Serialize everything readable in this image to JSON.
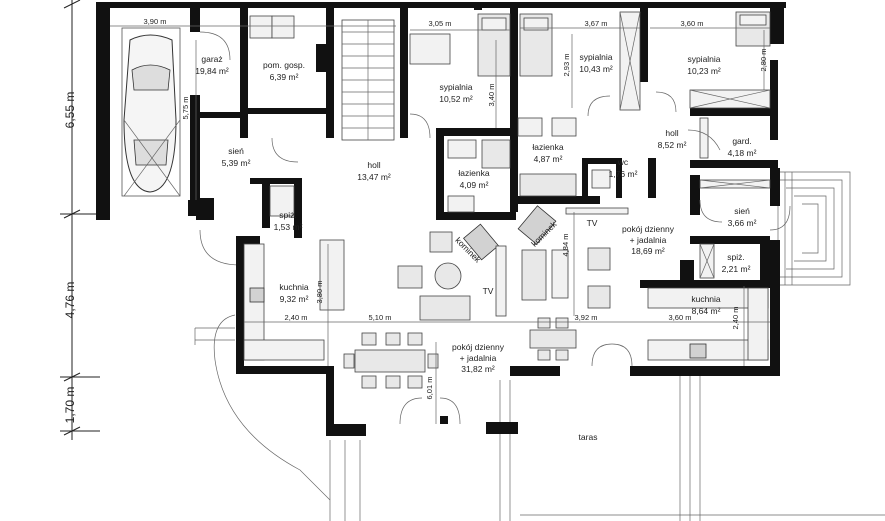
{
  "rooms": [
    {
      "name": "garaż",
      "area": "19,84 m²"
    },
    {
      "name": "pom. gosp.",
      "area": "6,39 m²"
    },
    {
      "name": "sypialnia",
      "area": "10,52 m²"
    },
    {
      "name": "sypialnia",
      "area": "10,43 m²"
    },
    {
      "name": "sypialnia",
      "area": "10,23 m²"
    },
    {
      "name": "sień",
      "area": "5,39 m²"
    },
    {
      "name": "holl",
      "area": "13,47 m²"
    },
    {
      "name": "łazienka",
      "area": "4,09 m²"
    },
    {
      "name": "łazienka",
      "area": "4,87 m²"
    },
    {
      "name": "wc",
      "area": "1,76 m²"
    },
    {
      "name": "holl",
      "area": "8,52 m²"
    },
    {
      "name": "gard.",
      "area": "4,18 m²"
    },
    {
      "name": "sień",
      "area": "3,66 m²"
    },
    {
      "name": "spiż.",
      "area": "1,53 m²"
    },
    {
      "name": "kuchnia",
      "area": "9,32 m²"
    },
    {
      "name": "pokój dzienny",
      "name2": "+ jadalnia",
      "area": "31,82 m²"
    },
    {
      "name": "pokój dzienny",
      "name2": "+ jadalnia",
      "area": "18,69 m²"
    },
    {
      "name": "spiż.",
      "area": "2,21 m²"
    },
    {
      "name": "kuchnia",
      "area": "8,64 m²"
    }
  ],
  "labels": {
    "kominek1": "kominek",
    "kominek2": "kominek",
    "tv1": "TV",
    "tv2": "TV",
    "taras": "taras"
  },
  "dimensions": {
    "top": [
      "3,90 m",
      "3,05 m",
      "3,67 m",
      "3,60 m"
    ],
    "vertical": [
      "5,75 m",
      "3,40 m",
      "2,93 m",
      "2,80 m",
      "3,80 m",
      "4,84 m",
      "2,40 m",
      "6,01 m"
    ],
    "bottom": [
      "2,40 m",
      "5,10 m",
      "3,92 m",
      "3,60 m"
    ],
    "side": [
      "6,55 m",
      "4,76 m",
      "1,70 m"
    ]
  }
}
